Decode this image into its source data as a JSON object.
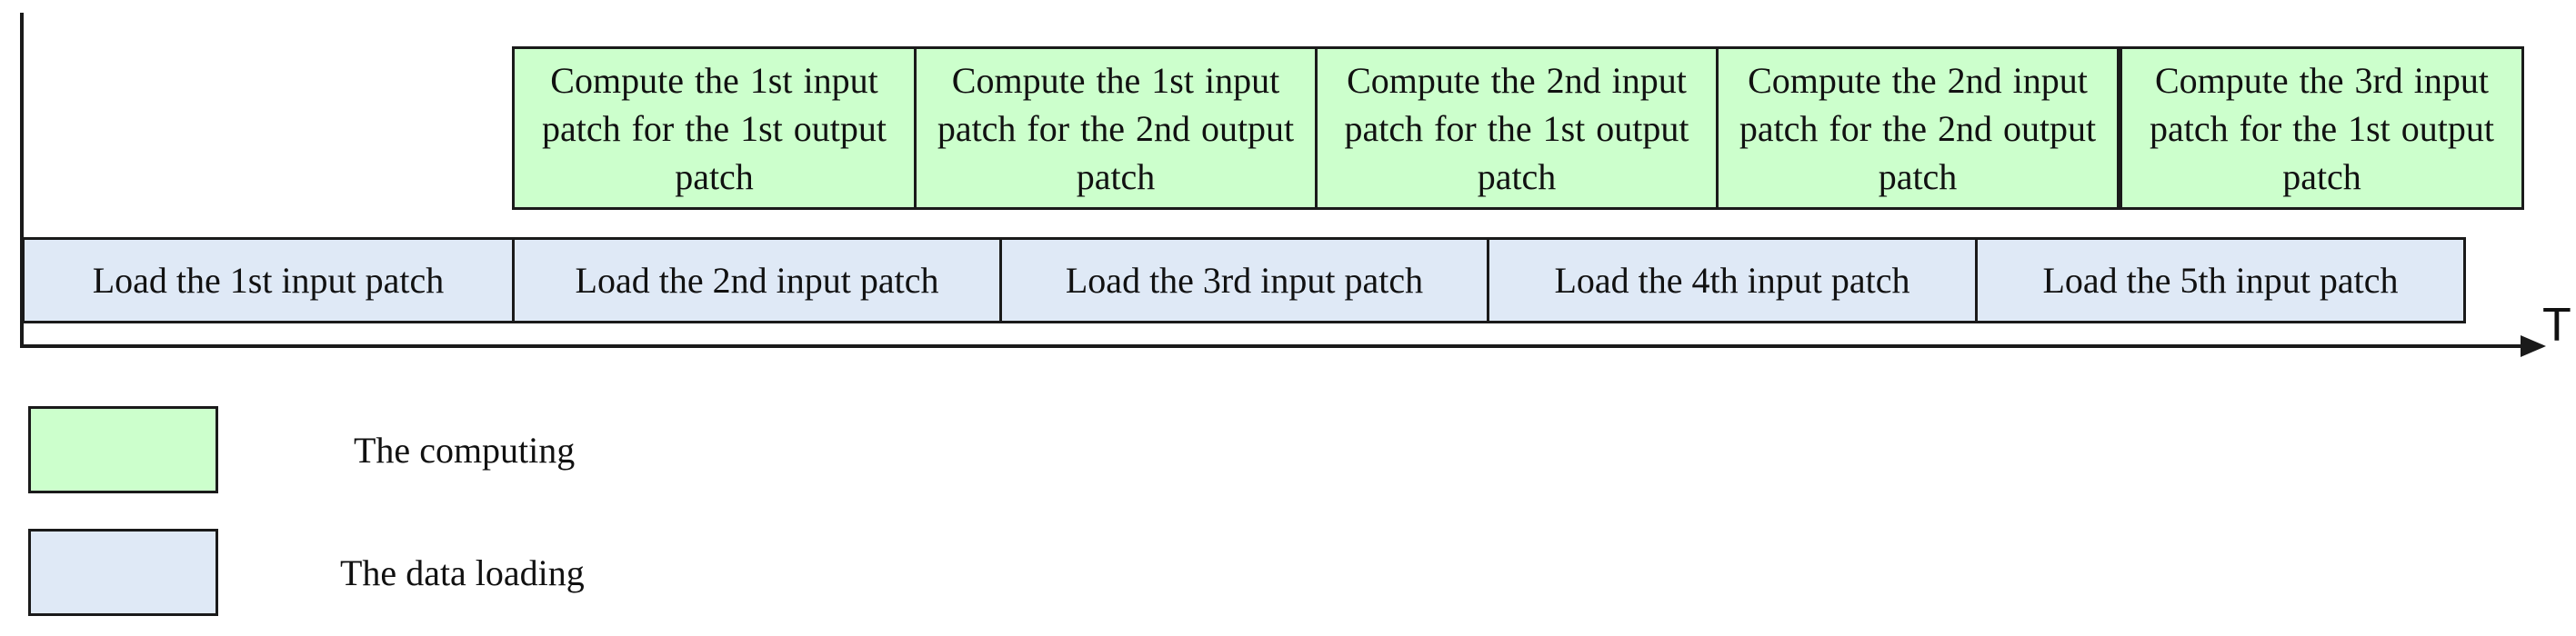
{
  "colors": {
    "computing": "#ccffcc",
    "loading": "#dfe9f6",
    "stroke": "#1a1a1a"
  },
  "axis": {
    "label": "T"
  },
  "compute_steps": [
    "Compute  the 1st input patch for the 1st output patch",
    "Compute  the 1st input patch for the 2nd output patch",
    "Compute  the 2nd input patch for the 1st output patch",
    "Compute  the 2nd input patch for the 2nd output patch",
    "Compute  the 3rd input patch for the 1st output patch"
  ],
  "load_steps": [
    "Load the 1st input patch",
    "Load the 2nd input patch",
    "Load the 3rd input patch",
    "Load the 4th input patch",
    "Load the 5th input patch"
  ],
  "legend": {
    "computing": "The computing",
    "loading": "The data loading"
  }
}
